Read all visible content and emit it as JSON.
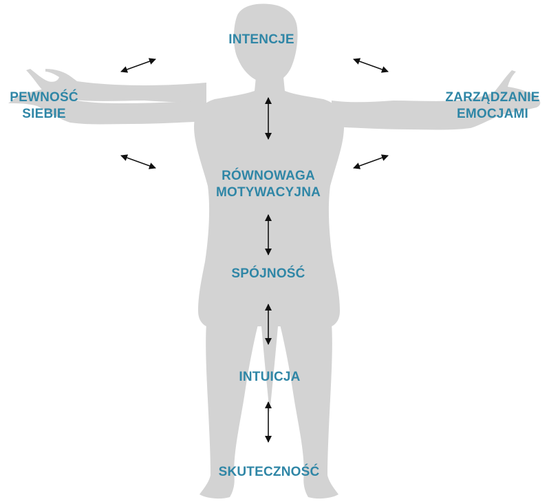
{
  "colors": {
    "silhouette": "#d3d3d3",
    "label": "#2f86a6",
    "arrow": "#111111",
    "background": "#ffffff"
  },
  "labels": {
    "intencje": "INTENCJE",
    "pewnosc_line1": "PEWNOŚĆ",
    "pewnosc_line2": "SIEBIE",
    "zarzadzanie_line1": "ZARZĄDZANIE",
    "zarzadzanie_line2": "EMOCJAMI",
    "rownowaga_line1": "RÓWNOWAGA",
    "rownowaga_line2": "MOTYWACYJNA",
    "spojnosc": "SPÓJNOŚĆ",
    "intuicja": "INTUICJA",
    "skutecznosc": "SKUTECZNOŚĆ"
  }
}
